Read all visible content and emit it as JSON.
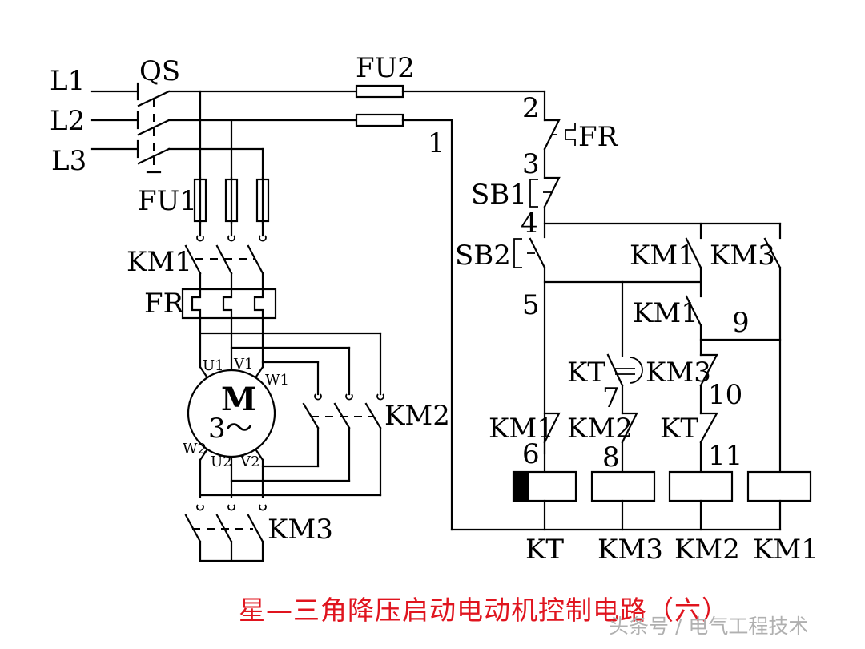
{
  "diagram": {
    "title": "星—三角降压启动电动机控制电路（六）",
    "watermark": "头条号 / 电气工程技术",
    "colors": {
      "line": "#000000",
      "title": "#e0141e",
      "watermark": "#b0b0b0"
    },
    "main_circuit": {
      "phases": [
        "L1",
        "L2",
        "L3"
      ],
      "switch": "QS",
      "fuses_main": "FU1",
      "contactor_main": "KM1",
      "thermal_relay": "FR",
      "motor": {
        "symbol": "M",
        "phase": "3～",
        "terminals": [
          "U1",
          "V1",
          "W1",
          "W2",
          "U2",
          "V2"
        ]
      },
      "contactor_delta": "KM2",
      "contactor_star": "KM3"
    },
    "control_circuit": {
      "fuses_control": "FU2",
      "node_labels": [
        "1",
        "2",
        "3",
        "4",
        "5",
        "6",
        "7",
        "8",
        "9",
        "10",
        "11"
      ],
      "fr_contact": "FR",
      "stop_button": "SB1",
      "start_button": "SB2",
      "contacts": {
        "km1_hold": "KM1",
        "km3_interlock_top": "KM3",
        "km1_branch": "KM1",
        "kt_timed": "KT",
        "km3_nc": "KM3",
        "km1_nc": "KM1",
        "km2_nc": "KM2",
        "kt_nc": "KT"
      },
      "coils": [
        "KT",
        "KM3",
        "KM2",
        "KM1"
      ]
    }
  }
}
